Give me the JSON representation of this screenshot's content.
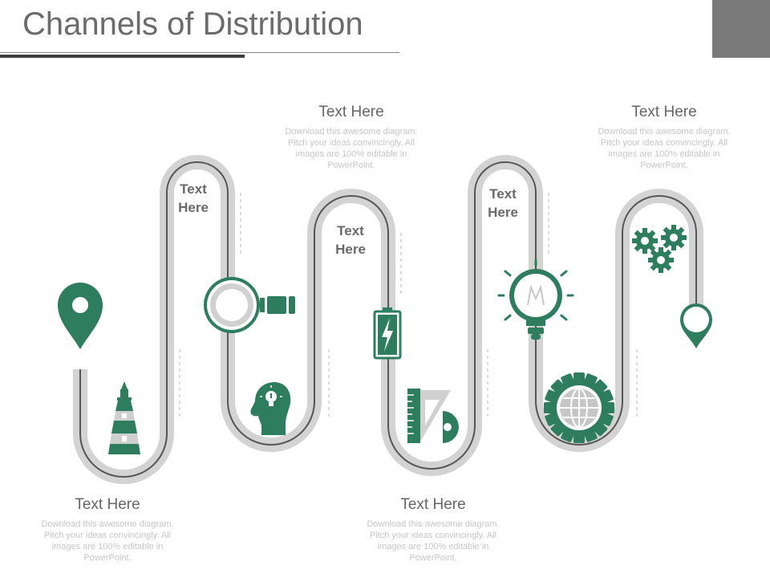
{
  "title": "Channels of Distribution",
  "accent": "#2e7d5e",
  "road_color": "#d3d3d3",
  "blocks": [
    {
      "heading": "Text Here",
      "desc": "Download this awesome diagram. Pitch your ideas convincingly. All images are 100% editable in PowerPoint."
    },
    {
      "heading": "Text Here",
      "desc": "Download this awesome diagram. Pitch your ideas convincingly. All images are 100% editable in PowerPoint."
    },
    {
      "heading": "Text Here",
      "desc": "Download this awesome diagram. Pitch your ideas convincingly. All images are 100% editable in PowerPoint."
    },
    {
      "heading": "Text Here",
      "desc": "Download this awesome diagram. Pitch your ideas convincingly. All images are 100% editable in PowerPoint."
    }
  ],
  "road_labels": [
    "Text\nHere",
    "Text\nHere",
    "Text\nHere"
  ],
  "icons": [
    "map-pin-icon",
    "lighthouse-icon",
    "magnifier-icon",
    "head-idea-icon",
    "battery-icon",
    "ruler-protractor-icon",
    "lightbulb-icon",
    "globe-gear-icon",
    "gears-icon",
    "end-pin-icon"
  ]
}
